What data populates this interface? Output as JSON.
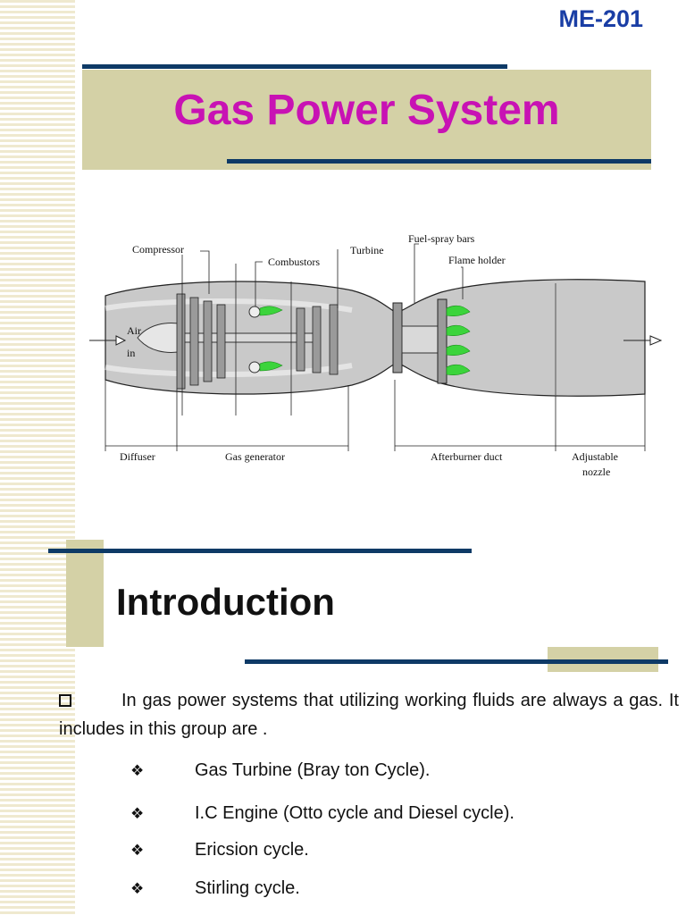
{
  "course_code": "ME-201",
  "title": "Gas Power System",
  "diagram": {
    "labels": {
      "compressor": "Compressor",
      "combustors": "Combustors",
      "turbine": "Turbine",
      "fuel_spray_bars": "Fuel-spray bars",
      "flame_holder": "Flame holder",
      "air": "Air",
      "in": "in",
      "diffuser": "Diffuser",
      "gas_generator": "Gas generator",
      "afterburner_duct": "Afterburner duct",
      "adjustable": "Adjustable",
      "nozzle": "nozzle"
    }
  },
  "section_heading": "Introduction",
  "intro_text": "In gas power systems that utilizing working fluids are always a gas. It includes in this group are .",
  "items": [
    "Gas Turbine (Bray ton Cycle).",
    "I.C Engine (Otto cycle and Diesel cycle).",
    "Ericsion cycle.",
    "Stirling cycle."
  ]
}
